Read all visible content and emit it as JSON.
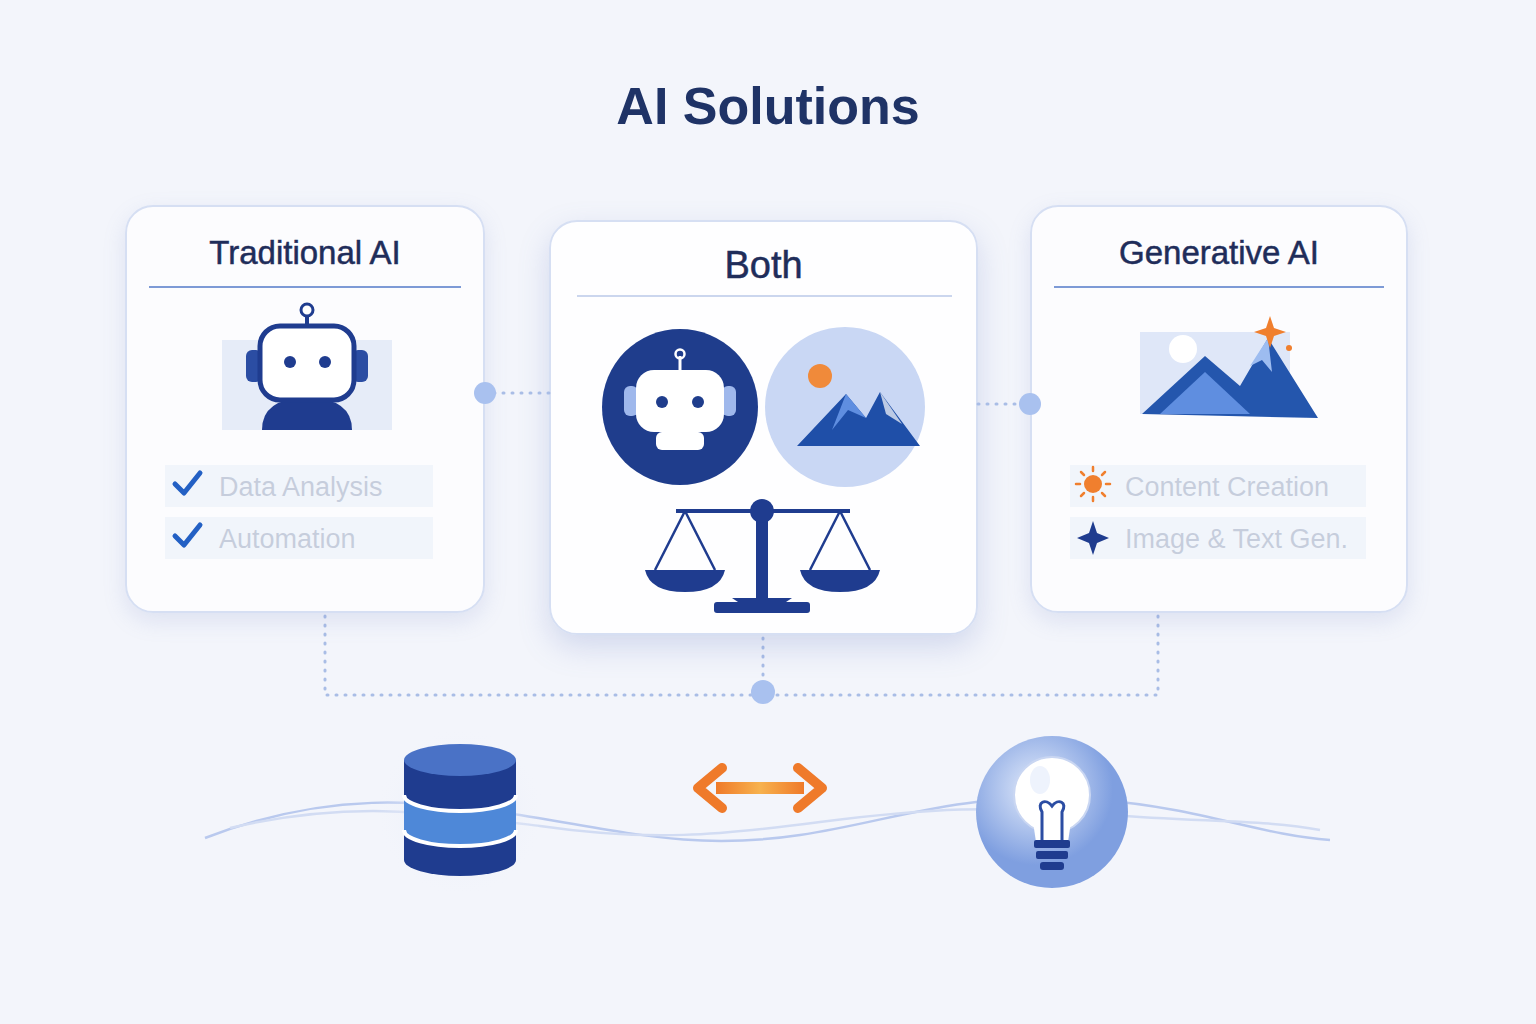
{
  "diagram": {
    "title": "AI Solutions",
    "nodes": [
      {
        "text": [
          "Traditional AI",
          "Data Analysis",
          "Automation"
        ]
      },
      {
        "text": [
          "Both"
        ]
      },
      {
        "text": [
          "Generative AI",
          "Content Creation",
          "Image & Text Gen."
        ]
      }
    ],
    "edges": [
      {
        "from": 0,
        "to": 1,
        "arrow": "none"
      },
      {
        "from": 1,
        "to": 2,
        "arrow": "none"
      }
    ]
  }
}
